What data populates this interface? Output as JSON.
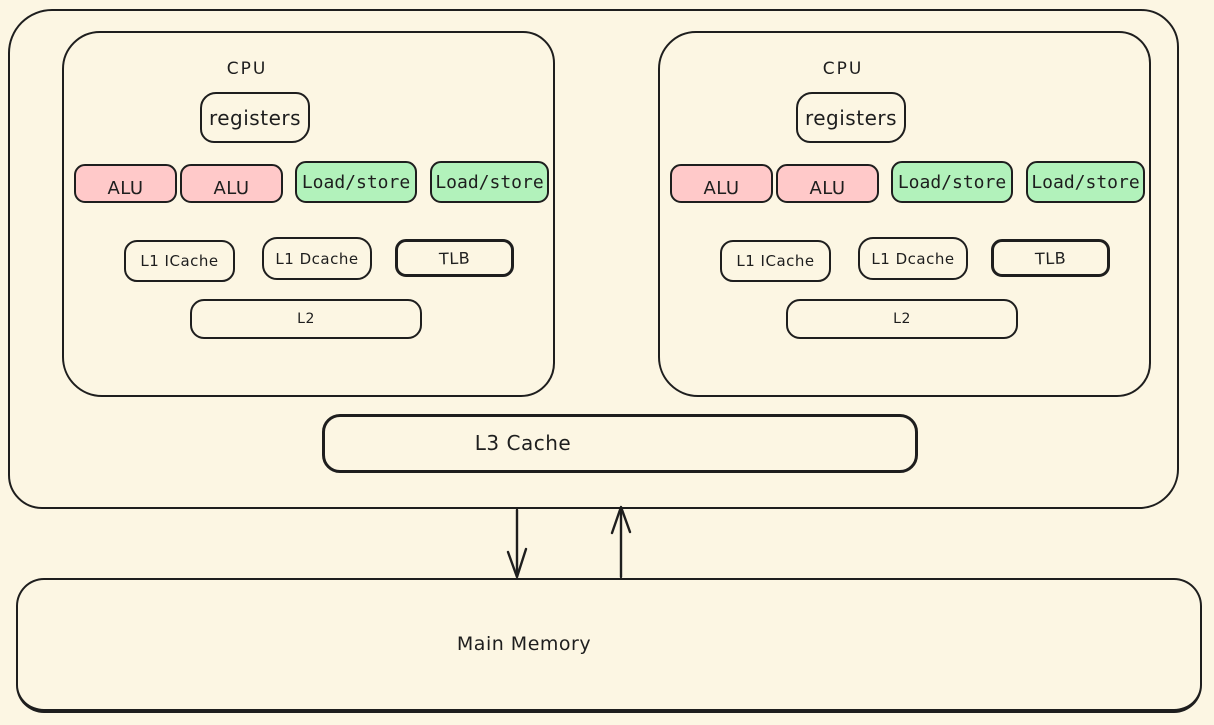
{
  "colors": {
    "background": "#fcf6e3",
    "stroke": "#1e1e1e",
    "alu_fill": "#ffc9c9",
    "load_store_fill": "#b2f2bb"
  },
  "chip": {
    "cores": [
      {
        "label": "CPU",
        "registers": "registers",
        "alus": [
          "ALU",
          "ALU"
        ],
        "load_stores": [
          "Load/store",
          "Load/store"
        ],
        "l1_icache": "L1 ICache",
        "l1_dcache": "L1 Dcache",
        "tlb": "TLB",
        "l2": "L2"
      },
      {
        "label": "CPU",
        "registers": "registers",
        "alus": [
          "ALU",
          "ALU"
        ],
        "load_stores": [
          "Load/store",
          "Load/store"
        ],
        "l1_icache": "L1 ICache",
        "l1_dcache": "L1 Dcache",
        "tlb": "TLB",
        "l2": "L2"
      }
    ],
    "l3_cache": "L3 Cache"
  },
  "main_memory": "Main Memory",
  "icons": {
    "down_arrow": "down-arrow",
    "up_arrow": "up-arrow"
  }
}
